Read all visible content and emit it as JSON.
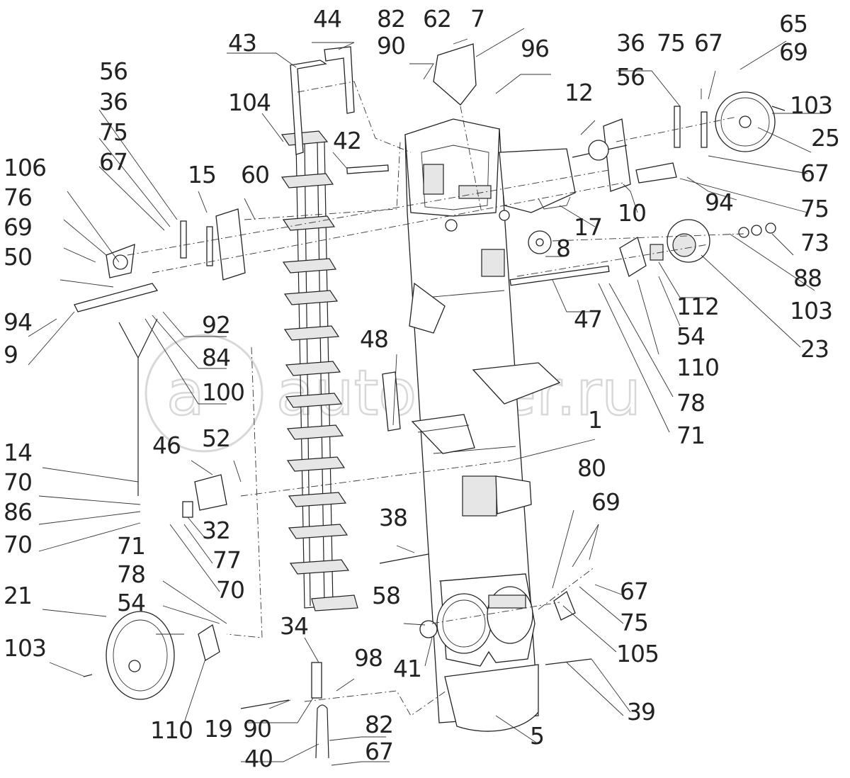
{
  "watermark": "autopiter.ru",
  "labels": {
    "l43": "43",
    "l44": "44",
    "l82a": "82",
    "l62": "62",
    "l7": "7",
    "l90a": "90",
    "l96": "96",
    "l65": "65",
    "l69a": "69",
    "l36a": "36",
    "l75a": "75",
    "l67a": "67",
    "l103a": "103",
    "l56a": "56",
    "l12": "12",
    "l25": "25",
    "l67b": "67",
    "l75b": "75",
    "l94a": "94",
    "l73": "73",
    "l10": "10",
    "l17": "17",
    "l88": "88",
    "l103b": "103",
    "l8": "8",
    "l112": "112",
    "l23": "23",
    "l54a": "54",
    "l110a": "110",
    "l78a": "78",
    "l71a": "71",
    "l47": "47",
    "l56b": "56",
    "l36b": "36",
    "l75c": "75",
    "l67c": "67",
    "l104": "104",
    "l42": "42",
    "l15": "15",
    "l60": "60",
    "l106": "106",
    "l76": "76",
    "l69b": "69",
    "l50": "50",
    "l94b": "94",
    "l9": "9",
    "l92": "92",
    "l84": "84",
    "l100": "100",
    "l48": "48",
    "l1": "1",
    "l14": "14",
    "l70a": "70",
    "l86": "86",
    "l70b": "70",
    "l46": "46",
    "l52": "52",
    "l32": "32",
    "l77": "77",
    "l70c": "70",
    "l71b": "71",
    "l78b": "78",
    "l54b": "54",
    "l21": "21",
    "l103c": "103",
    "l110b": "110",
    "l38": "38",
    "l80": "80",
    "l69c": "69",
    "l67d": "67",
    "l75d": "75",
    "l105": "105",
    "l58": "58",
    "l41": "41",
    "l34": "34",
    "l98": "98",
    "l19": "19",
    "l90b": "90",
    "l40": "40",
    "l82b": "82",
    "l67e": "67",
    "l5": "5",
    "l39": "39"
  },
  "colors": {
    "line": "#222222",
    "watermark": "#d8d8d8",
    "background": "#ffffff"
  }
}
